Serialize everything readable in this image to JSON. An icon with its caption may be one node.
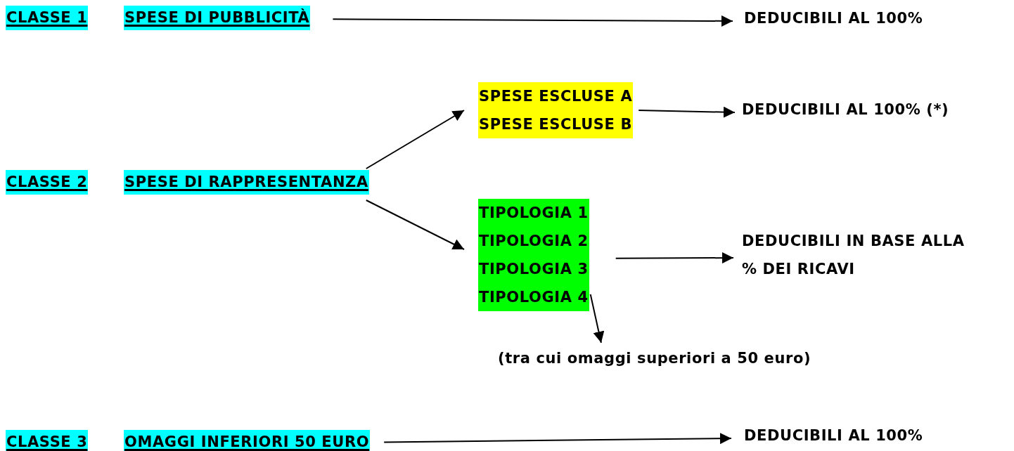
{
  "diagram": {
    "nodes": [
      {
        "text": [
          "CLASSE 1"
        ]
      },
      {
        "text": [
          "SPESE DI PUBBLICITÀ"
        ]
      },
      {
        "text": [
          "DEDUCIBILI AL 100%"
        ]
      },
      {
        "text": [
          "SPESE ESCLUSE A",
          "SPESE ESCLUSE B"
        ]
      },
      {
        "text": [
          "DEDUCIBILI AL 100% (*)"
        ]
      },
      {
        "text": [
          "CLASSE 2"
        ]
      },
      {
        "text": [
          "SPESE DI RAPPRESENTANZA"
        ]
      },
      {
        "text": [
          "TIPOLOGIA 1",
          "TIPOLOGIA 2",
          "TIPOLOGIA 3",
          "TIPOLOGIA 4"
        ]
      },
      {
        "text": [
          "DEDUCIBILI IN BASE ALLA % DEI RICAVI"
        ]
      },
      {
        "text": [
          "(tra cui omaggi superiori a 50 euro)"
        ]
      },
      {
        "text": [
          "CLASSE 3"
        ]
      },
      {
        "text": [
          "OMAGGI INFERIORI 50 EURO"
        ]
      },
      {
        "text": [
          "DEDUCIBILI AL 100%"
        ]
      }
    ],
    "edges": [
      {
        "from": 1,
        "to": 2,
        "arrow": "to"
      },
      {
        "from": 6,
        "to": 3,
        "arrow": "to"
      },
      {
        "from": 3,
        "to": 4,
        "arrow": "to"
      },
      {
        "from": 6,
        "to": 7,
        "arrow": "to"
      },
      {
        "from": 7,
        "to": 8,
        "arrow": "to"
      },
      {
        "from": 7,
        "to": 9,
        "arrow": "to"
      },
      {
        "from": 11,
        "to": 12,
        "arrow": "to"
      }
    ]
  }
}
